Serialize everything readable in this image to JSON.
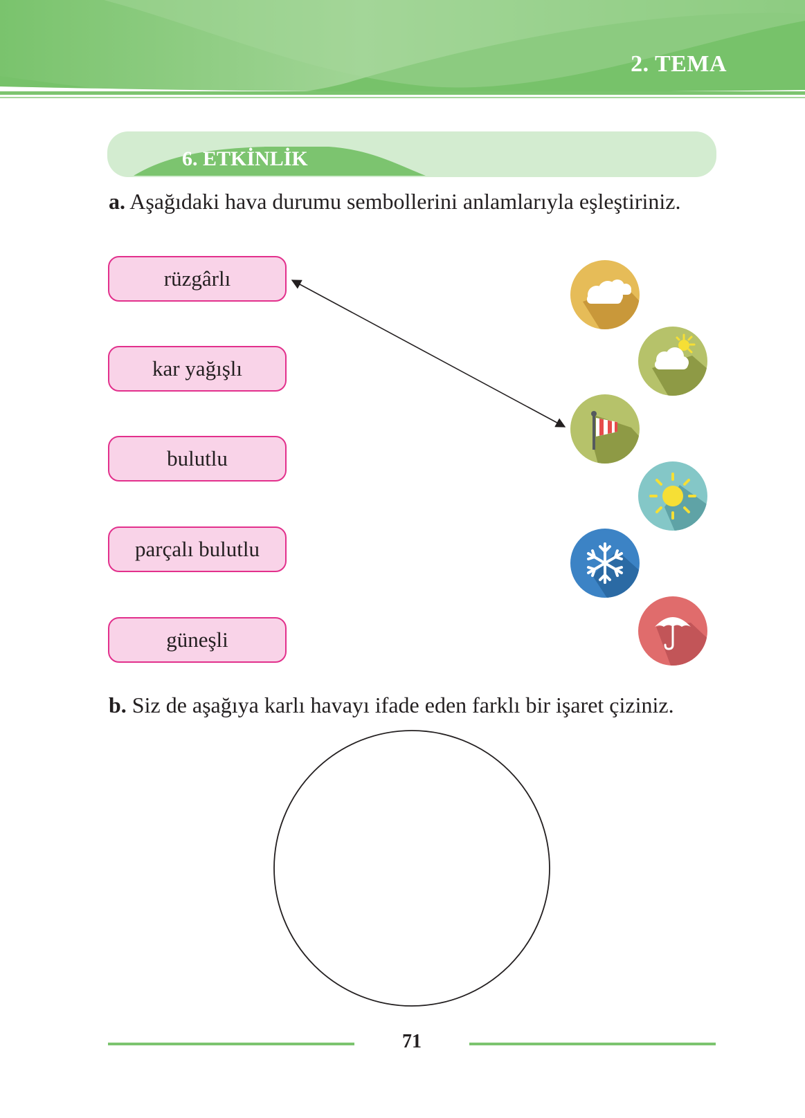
{
  "header": {
    "theme_label": "2. TEMA"
  },
  "activity": {
    "title": "6. ETKİNLİK"
  },
  "part_a": {
    "label": "a.",
    "text": " Aşağıdaki hava durumu sembollerini anlamlarıyla eşleştiriniz."
  },
  "word_boxes": [
    "rüzgârlı",
    "kar yağışlı",
    "bulutlu",
    "parçalı bulutlu",
    "güneşli"
  ],
  "symbols": [
    "cloudy-icon",
    "partly-cloudy-icon",
    "windsock-icon",
    "sun-icon",
    "snowflake-icon",
    "umbrella-icon"
  ],
  "example_match": {
    "word": "rüzgârlı",
    "symbol": "windsock-icon"
  },
  "part_b": {
    "label": "b.",
    "text": " Siz de aşağıya karlı havayı ifade eden farklı bir işaret çiziniz."
  },
  "footer": {
    "page_number": "71"
  },
  "colors": {
    "header_green": "#7cc46f",
    "activity_bar": "#d3ecd0",
    "box_fill": "#f9d3e8",
    "box_border": "#e2308c"
  }
}
